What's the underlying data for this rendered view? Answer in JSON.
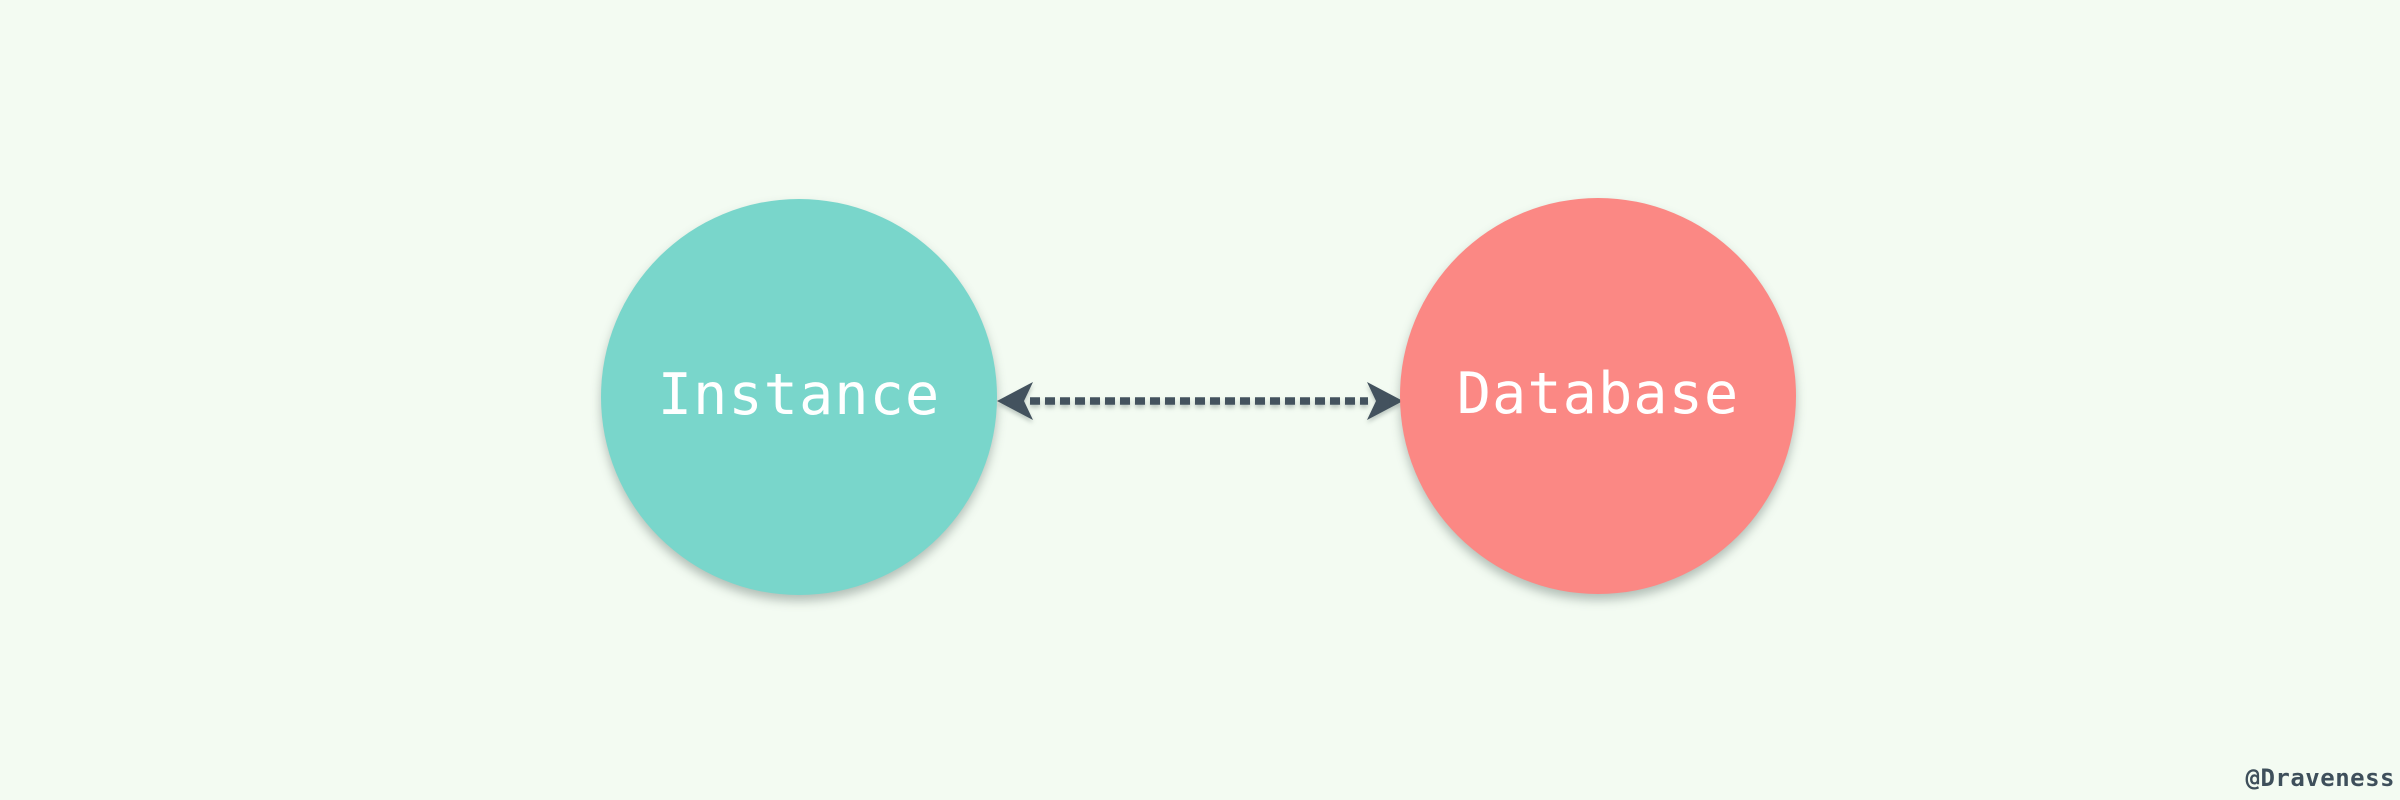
{
  "page": {
    "background_color": "#F3FBF2"
  },
  "diagram": {
    "nodes": [
      {
        "id": "instance",
        "label": "Instance",
        "fill": "#79D6CB",
        "text_color": "#FFFFFF"
      },
      {
        "id": "database",
        "label": "Database",
        "fill": "#FB8884",
        "text_color": "#FFFFFF"
      }
    ],
    "connector": {
      "style": "dashed",
      "direction": "bidirectional",
      "color": "#43525E"
    },
    "watermark": {
      "text": "@Draveness",
      "color": "#3E4F5B"
    }
  }
}
